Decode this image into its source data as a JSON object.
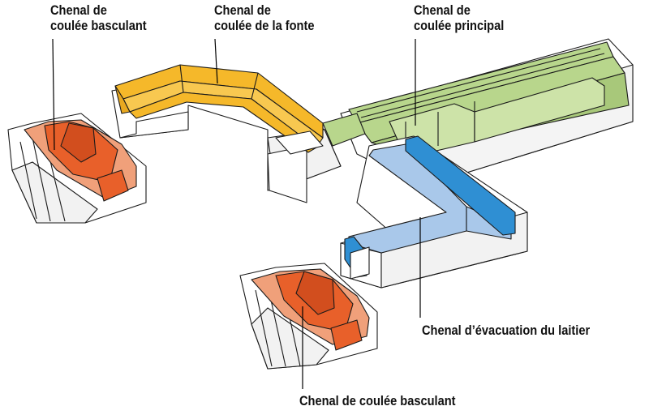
{
  "labels": {
    "tilting_top": [
      "Chenal de",
      "coulée basculant"
    ],
    "iron_runner": [
      "Chenal de",
      "coulée de la fonte"
    ],
    "main_runner": [
      "Chenal de",
      "coulée principal"
    ],
    "slag_runner": "Chenal d’évacuation du laitier",
    "tilting_bottom": "Chenal de coulée basculant"
  },
  "colors": {
    "iron_runner": "#f5b82a",
    "main_runner": "#b8d68c",
    "slag_runner_light": "#a9c8ea",
    "slag_runner_dark": "#2f8fd3",
    "tilting_runner": "#e8602a",
    "tilting_runner_light": "#f0a07a",
    "refractory": "#ffffff",
    "outline": "#1a1a1a"
  }
}
